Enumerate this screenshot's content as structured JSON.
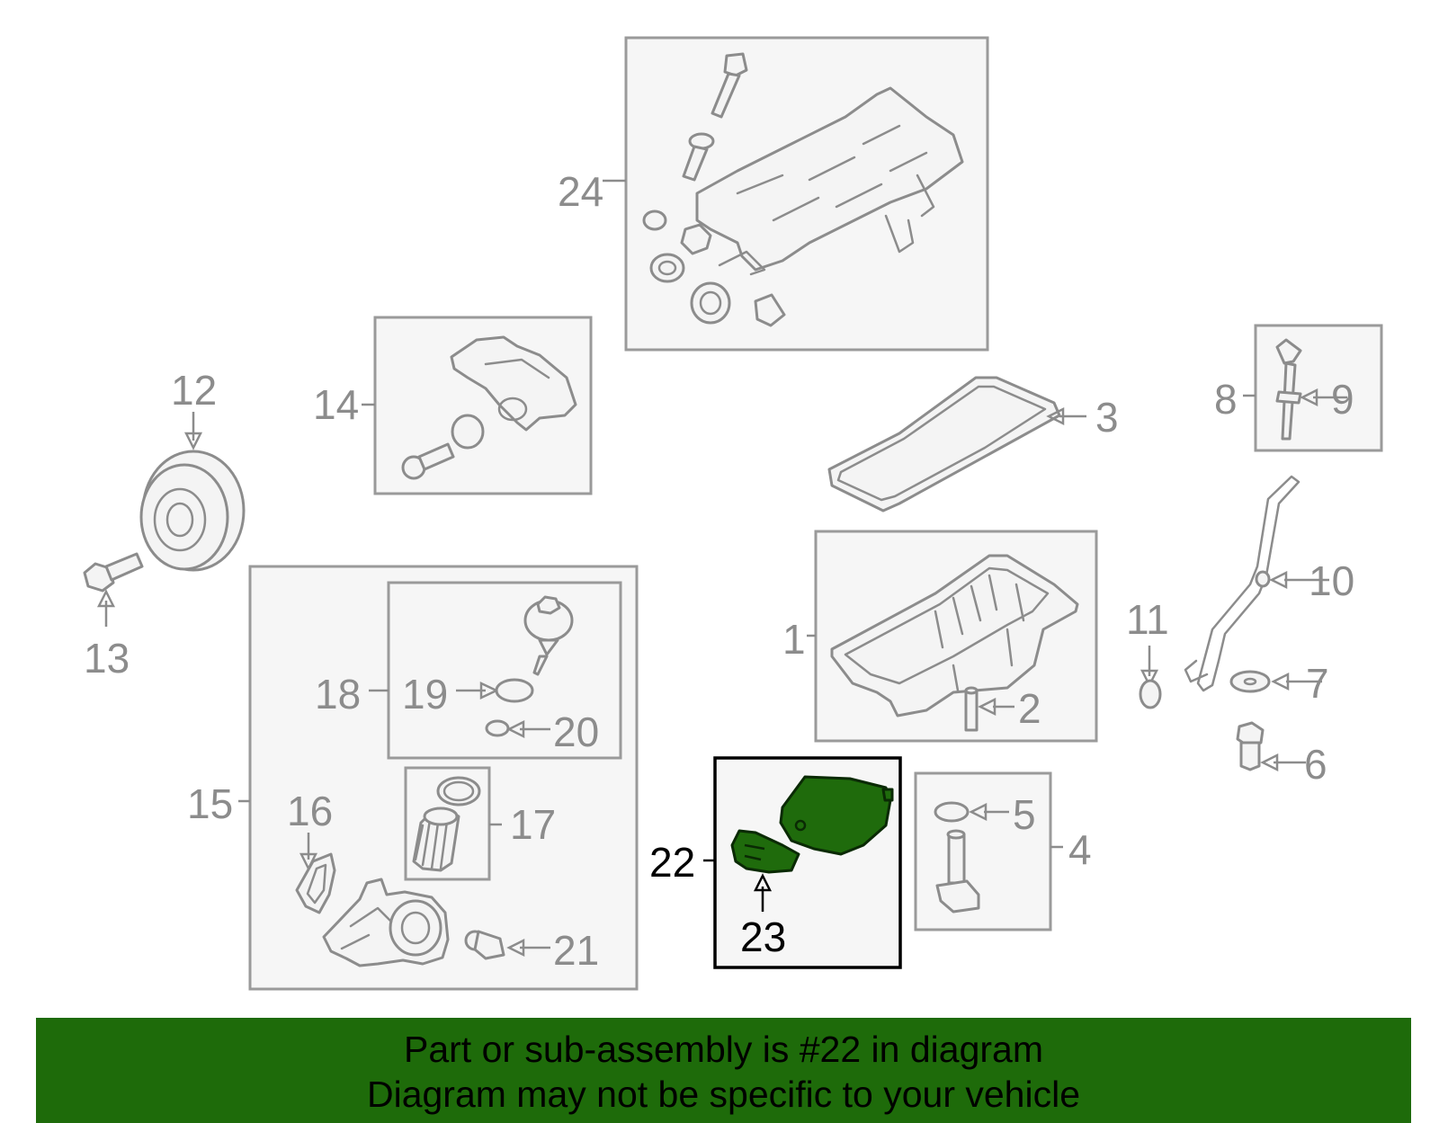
{
  "highlight_color": "#1e6b0a",
  "callouts": {
    "c1": "1",
    "c2": "2",
    "c3": "3",
    "c4": "4",
    "c5": "5",
    "c6": "6",
    "c7": "7",
    "c8": "8",
    "c9": "9",
    "c10": "10",
    "c11": "11",
    "c12": "12",
    "c13": "13",
    "c14": "14",
    "c15": "15",
    "c16": "16",
    "c17": "17",
    "c18": "18",
    "c19": "19",
    "c20": "20",
    "c21": "21",
    "c22": "22",
    "c23": "23",
    "c24": "24"
  },
  "banner": {
    "line1": "Part or sub-assembly is #22 in diagram",
    "line2": "Diagram may not be specific to your vehicle"
  }
}
